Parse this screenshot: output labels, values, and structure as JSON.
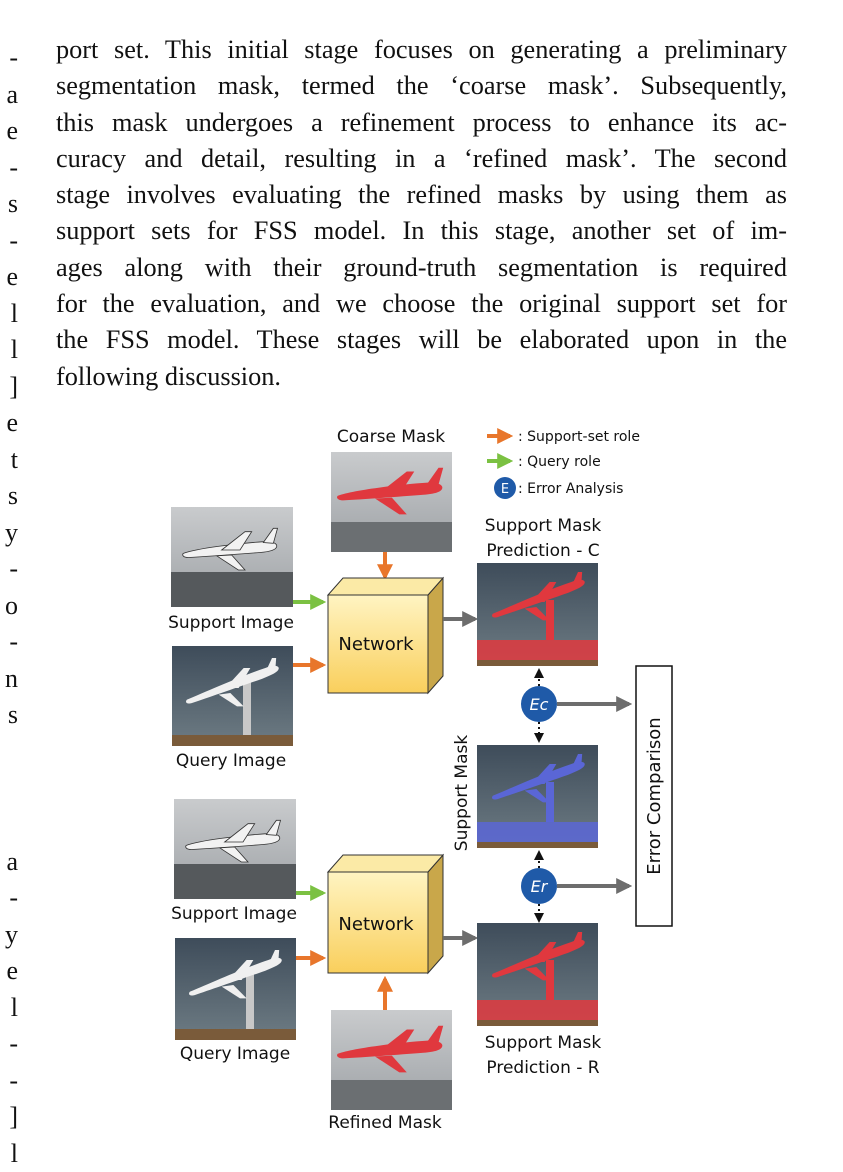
{
  "left_column_fragments": [
    "-",
    "a",
    "e",
    "-",
    "s",
    "-",
    "e",
    "l",
    "l",
    "]",
    "e",
    "t",
    "s",
    "y",
    "-",
    "o",
    "-",
    "n",
    "s"
  ],
  "left_column_fragments_lower": [
    "a",
    "-",
    "y",
    "e",
    "l",
    "-",
    "-",
    "]",
    "l"
  ],
  "paragraph_lines": [
    "port set. This initial stage focuses on generating a preliminary",
    "segmentation mask, termed the ‘coarse mask’. Subsequently,",
    "this mask undergoes a refinement process to enhance its ac-",
    "curacy and detail, resulting in a ‘refined mask’.  The second",
    "stage involves evaluating the refined masks by using them as",
    "support sets for FSS model.  In this stage, another set of im-",
    "ages along with their ground-truth segmentation is required",
    "for the evaluation, and we choose the original support set for",
    "the FSS model.  These stages will be elaborated upon in the",
    "following discussion."
  ],
  "figure": {
    "legend": {
      "support_role": ": Support-set role",
      "query_role": ": Query role",
      "error_analysis_symbol": "E",
      "error_analysis": ": Error Analysis"
    },
    "coarse_mask_label": "Coarse Mask",
    "refined_mask_label": "Refined Mask",
    "support_image_label": "Support Image",
    "query_image_label": "Query Image",
    "network_label": "Network",
    "prediction_c_label_line1": "Support Mask",
    "prediction_c_label_line2": "Prediction - C",
    "prediction_r_label_line1": "Support Mask",
    "prediction_r_label_line2": "Prediction - R",
    "support_mask_label": "Support Mask",
    "ec_label": "Ec",
    "er_label": "Er",
    "error_comparison_label": "Error Comparison",
    "colors": {
      "support_arrow": "#e8762b",
      "query_arrow": "#7bc142",
      "output_arrow": "#6d6d6d",
      "error_circle": "#1f5aa8",
      "network_fill": "#fde28a",
      "red_mask": "#e0383e",
      "blue_mask": "#5a66d6"
    }
  }
}
